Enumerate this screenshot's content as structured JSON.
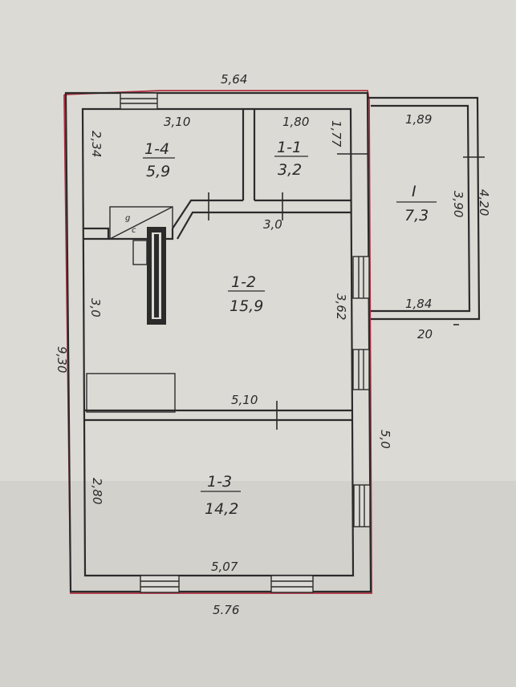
{
  "colors": {
    "paper": "#dcdad5",
    "ink": "#2b2b2b",
    "outline": "#b03040"
  },
  "dimensions": {
    "top_outer": "5,64",
    "bottom_outer": "5.76",
    "left_outer": "9,30",
    "right_lower": "5,0",
    "room_14_top": "3,10",
    "room_14_side": "2,34",
    "room_11_top": "1,80",
    "room_11_side": "1,77",
    "room_12_top": "3,0",
    "room_12_left": "3,0",
    "room_12_right": "3,62",
    "room_12_bottom": "5,10",
    "room_13_left": "2,80",
    "room_13_bottom": "5,07",
    "annex_top": "1,89",
    "annex_inner_side": "3,90",
    "annex_outer_side": "4,20",
    "annex_bottom": "1,84",
    "annex_wall": "20"
  },
  "rooms": [
    {
      "id": "1-4",
      "area": "5,9"
    },
    {
      "id": "1-1",
      "area": "3,2"
    },
    {
      "id": "1-2",
      "area": "15,9"
    },
    {
      "id": "1-3",
      "area": "14,2"
    },
    {
      "id": "I",
      "area": "7,3"
    }
  ],
  "stove_marks": {
    "a": "g",
    "b": "c"
  }
}
